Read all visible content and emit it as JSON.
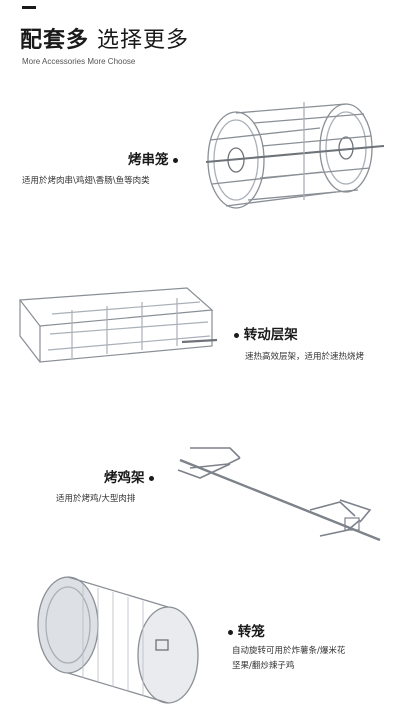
{
  "header": {
    "title_bold": "配套多",
    "title_light": "选择更多",
    "subtitle": "More Accessories More Choose"
  },
  "products": [
    {
      "name": "烤串笼",
      "desc_lines": [
        "适用於烤肉串\\鸡翅\\香肠\\鱼等肉类"
      ]
    },
    {
      "name": "转动层架",
      "desc_lines": [
        "速热高效层架，适用於速热烧烤"
      ]
    },
    {
      "name": "烤鸡架",
      "desc_lines": [
        "适用於烤鸡/大型肉排"
      ]
    },
    {
      "name": "转笼",
      "desc_lines": [
        "自动旋转可用於炸薯条/爆米花",
        "坚果/翻炒辣子鸡"
      ]
    }
  ]
}
